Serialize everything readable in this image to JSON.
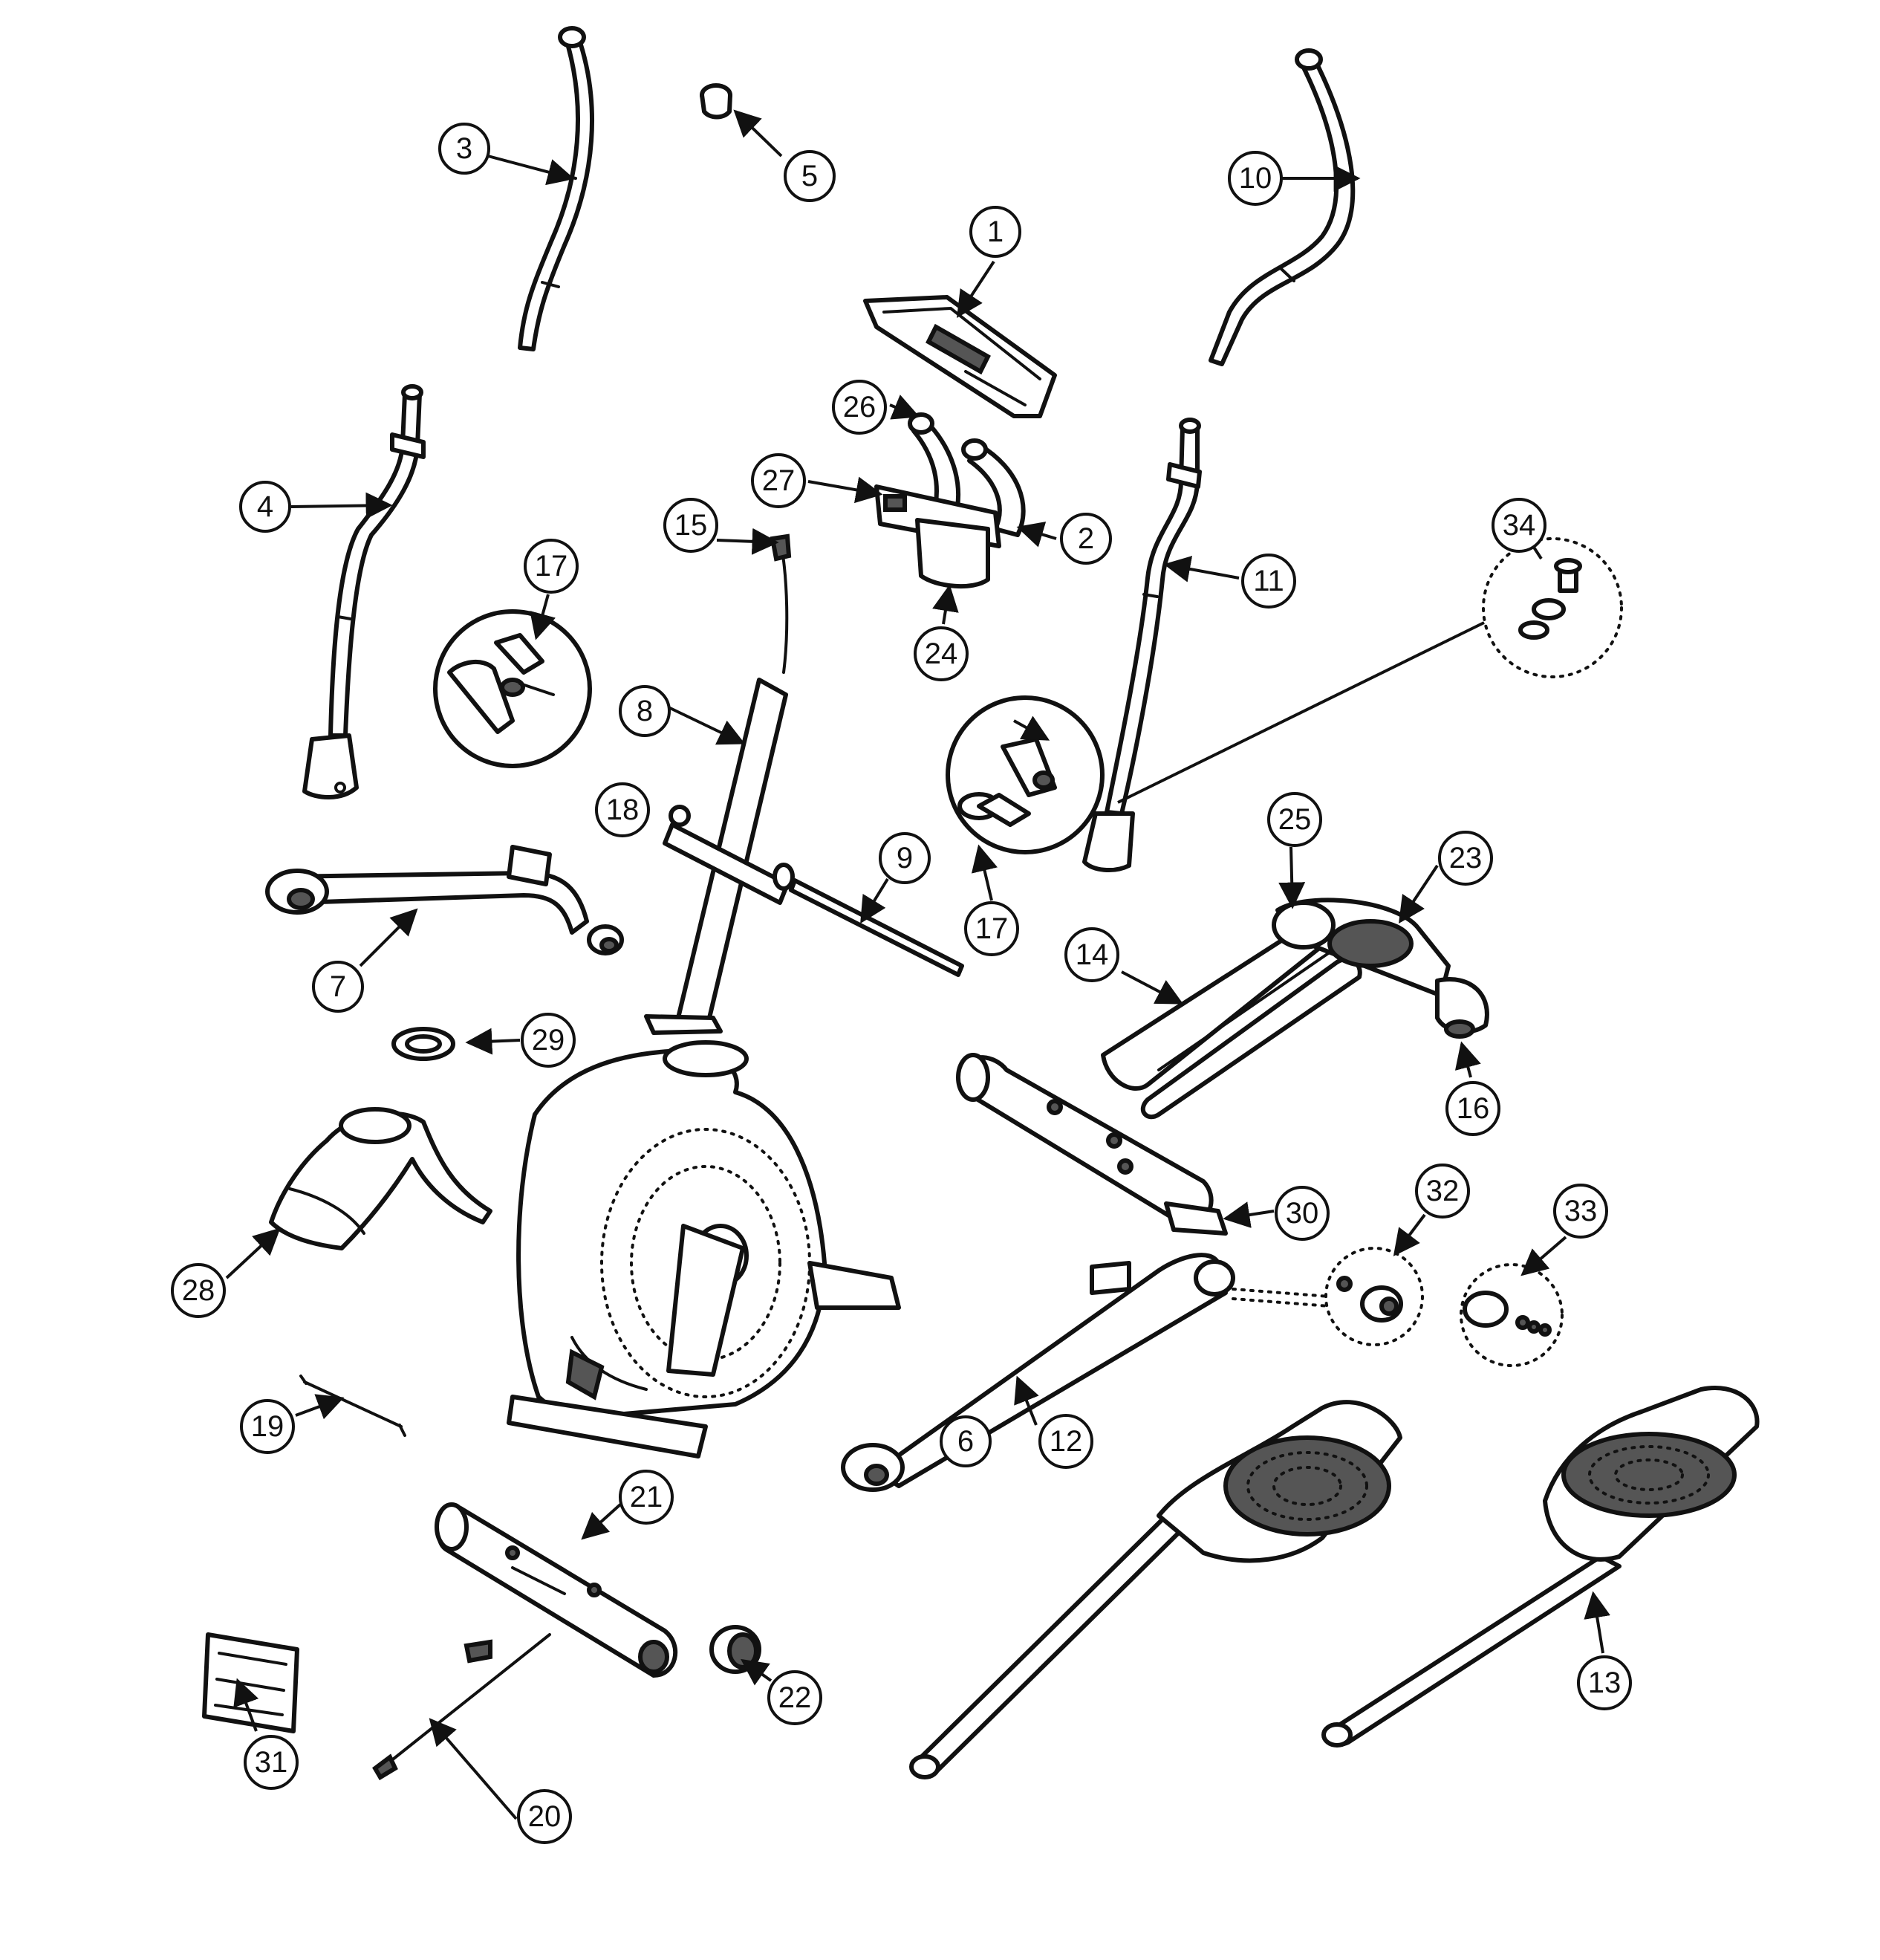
{
  "diagram": {
    "callouts": [
      {
        "id": "c1",
        "label": "1"
      },
      {
        "id": "c2",
        "label": "2"
      },
      {
        "id": "c3",
        "label": "3"
      },
      {
        "id": "c4",
        "label": "4"
      },
      {
        "id": "c5",
        "label": "5"
      },
      {
        "id": "c6",
        "label": "6"
      },
      {
        "id": "c7",
        "label": "7"
      },
      {
        "id": "c8",
        "label": "8"
      },
      {
        "id": "c9",
        "label": "9"
      },
      {
        "id": "c10",
        "label": "10"
      },
      {
        "id": "c11",
        "label": "11"
      },
      {
        "id": "c12",
        "label": "12"
      },
      {
        "id": "c13",
        "label": "13"
      },
      {
        "id": "c14",
        "label": "14"
      },
      {
        "id": "c15",
        "label": "15"
      },
      {
        "id": "c16",
        "label": "16"
      },
      {
        "id": "c17a",
        "label": "17"
      },
      {
        "id": "c17b",
        "label": "17"
      },
      {
        "id": "c18",
        "label": "18"
      },
      {
        "id": "c19",
        "label": "19"
      },
      {
        "id": "c20",
        "label": "20"
      },
      {
        "id": "c21",
        "label": "21"
      },
      {
        "id": "c22",
        "label": "22"
      },
      {
        "id": "c23",
        "label": "23"
      },
      {
        "id": "c24",
        "label": "24"
      },
      {
        "id": "c25",
        "label": "25"
      },
      {
        "id": "c26",
        "label": "26"
      },
      {
        "id": "c27",
        "label": "27"
      },
      {
        "id": "c28",
        "label": "28"
      },
      {
        "id": "c29",
        "label": "29"
      },
      {
        "id": "c30",
        "label": "30"
      },
      {
        "id": "c31",
        "label": "31"
      },
      {
        "id": "c32",
        "label": "32"
      },
      {
        "id": "c33",
        "label": "33"
      },
      {
        "id": "c34",
        "label": "34"
      }
    ]
  }
}
